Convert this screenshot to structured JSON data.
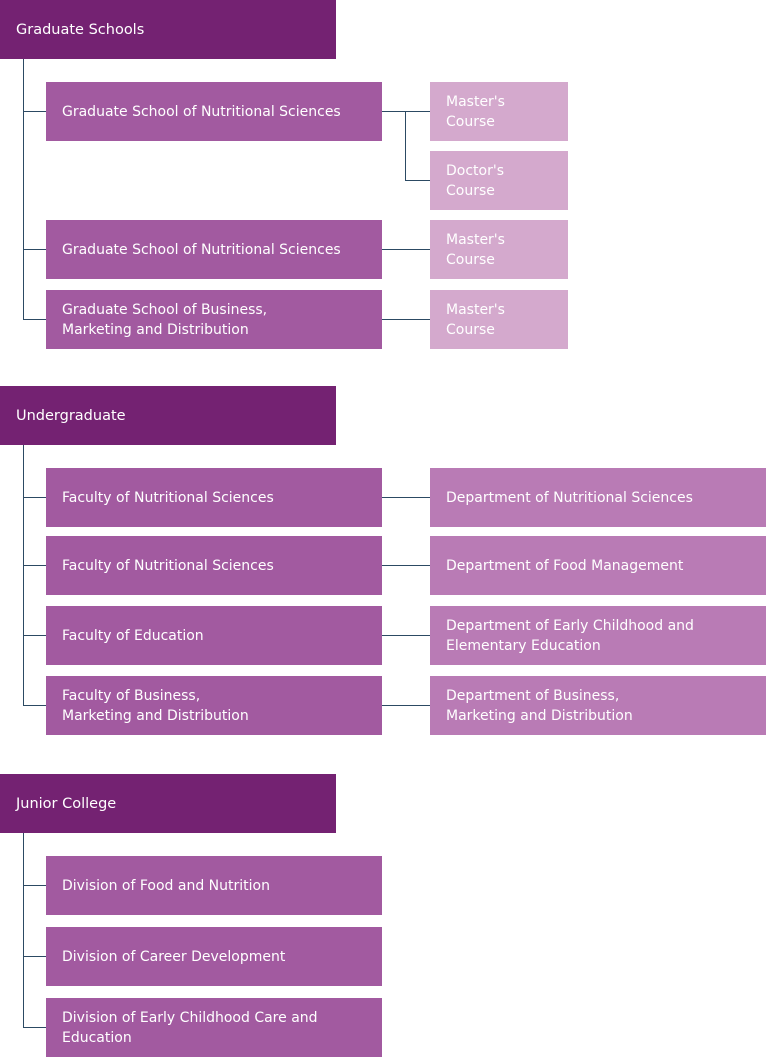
{
  "sections": [
    {
      "title": "Graduate Schools",
      "programs": [
        {
          "name": "Graduate School of Nutritional Sciences",
          "courses": [
            "Master's Course",
            "Doctor's Course"
          ]
        },
        {
          "name": "Graduate School of Nutritional Sciences",
          "courses": [
            "Master's Course"
          ]
        },
        {
          "name": "Graduate School of Business,\nMarketing and Distribution",
          "courses": [
            "Master's Course"
          ]
        }
      ]
    },
    {
      "title": "Undergraduate",
      "programs": [
        {
          "name": "Faculty of Nutritional Sciences",
          "department": "Department of Nutritional Sciences"
        },
        {
          "name": "Faculty of Nutritional Sciences",
          "department": "Department of Food Management"
        },
        {
          "name": "Faculty of Education",
          "department": "Department of Early Childhood and\nElementary Education"
        },
        {
          "name": "Faculty of Business,\nMarketing and Distribution",
          "department": "Department of Business,\nMarketing and Distribution"
        }
      ]
    },
    {
      "title": "Junior College",
      "programs": [
        {
          "name": "Division of Food and Nutrition"
        },
        {
          "name": "Division of Career Development"
        },
        {
          "name": "Division of Early Childhood Care and\nEducation"
        }
      ]
    }
  ],
  "colors": {
    "header": "#742272",
    "program": "#a25aa0",
    "course": "#d4a9cd",
    "department": "#b97bb5",
    "connector": "#2c4a63"
  }
}
